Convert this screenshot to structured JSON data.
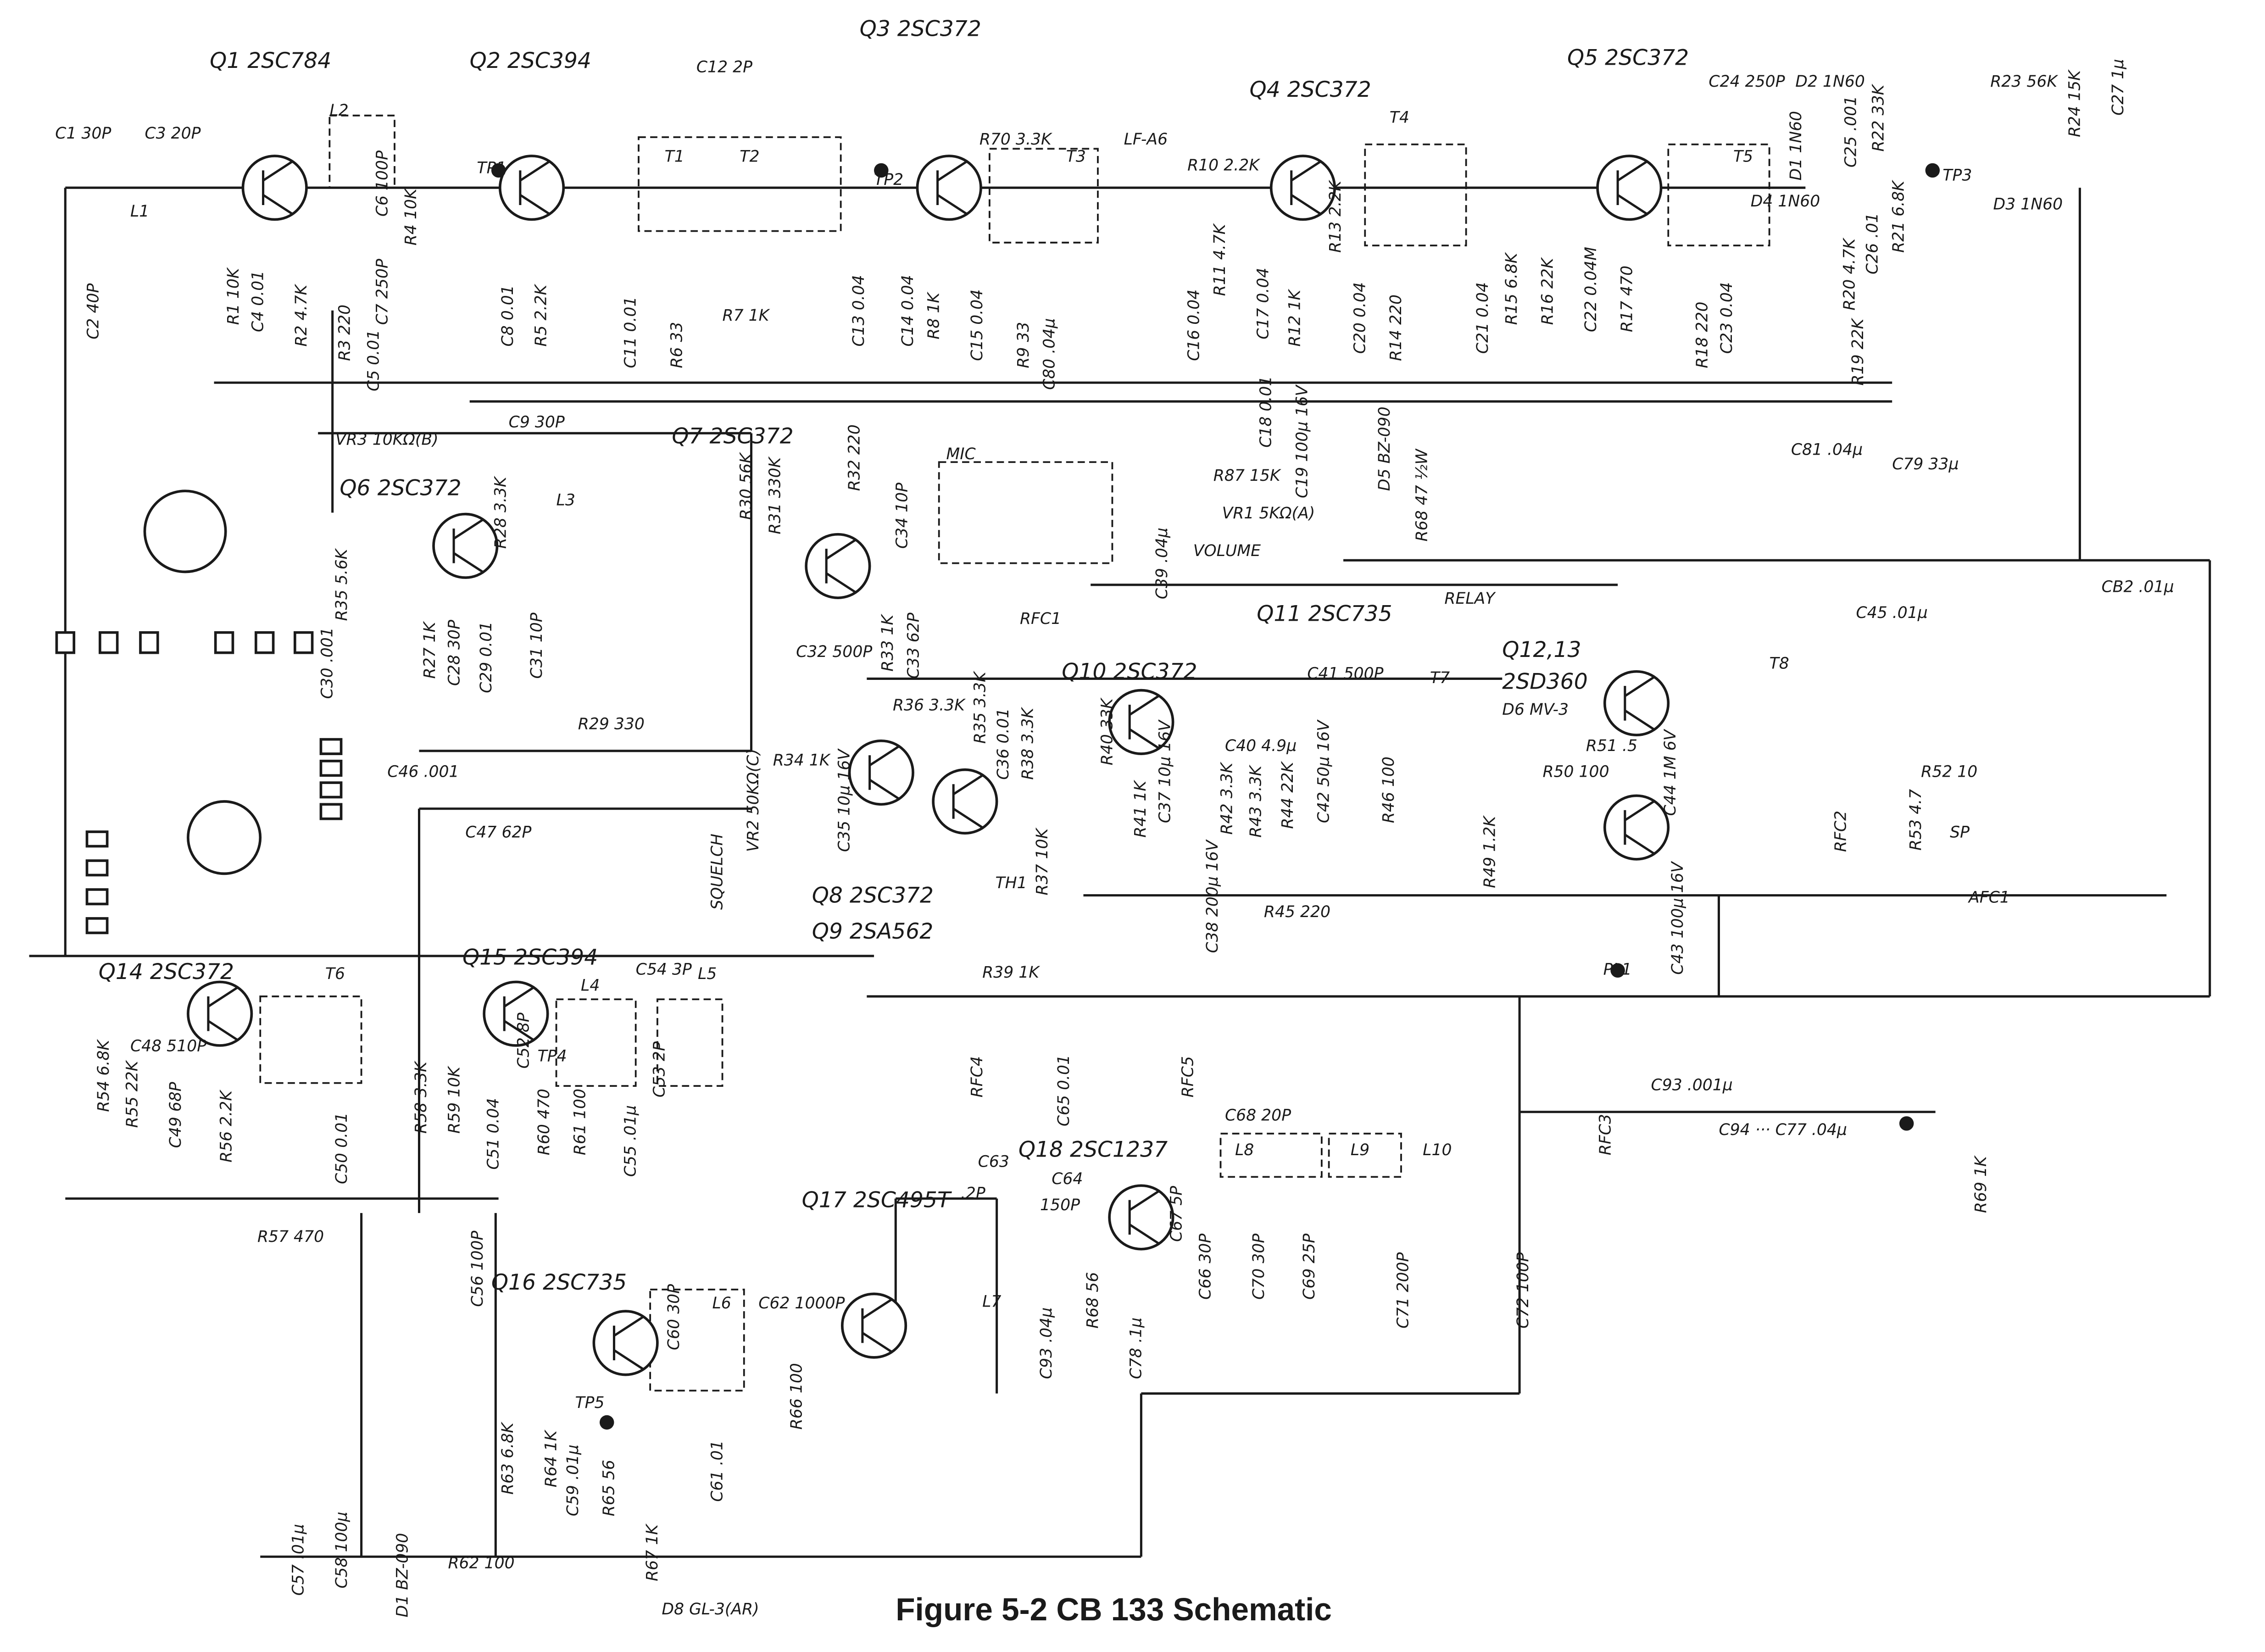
{
  "caption": "Figure 5-2   CB 133 Schematic",
  "colors": {
    "ink": "#1a1a1a",
    "paper": "#ffffff"
  },
  "transistors": [
    "Q1 2SC784",
    "Q2 2SC394",
    "Q3 2SC372",
    "Q4 2SC372",
    "Q5 2SC372",
    "Q6 2SC372",
    "Q7 2SC372",
    "Q8 2SC372",
    "Q9 2SA562",
    "Q10 2SC372",
    "Q11 2SC735",
    "Q12,13",
    "2SD360",
    "Q14 2SC372",
    "Q15 2SC394",
    "Q16 2SC735",
    "Q17 2SC495T",
    "Q18 2SC1237"
  ],
  "labels": [
    "C1 30P",
    "C3 20P",
    "L1",
    "C2 40P",
    "L2",
    "C6 100P",
    "C7 250P",
    "TP1",
    "R1 10K",
    "C4 0.01",
    "R2 4.7K",
    "R3 220",
    "C5 0.01",
    "R4 10K",
    "C8 0.01",
    "R5 2.2K",
    "C12 2P",
    "T1",
    "T2",
    "C11 0.01",
    "R6 33",
    "R7 1K",
    "C13 0.04",
    "TP2",
    "C14 0.04",
    "R8 1K",
    "C15 0.04",
    "R9 33",
    "R70 3.3K",
    "T3",
    "LF-A6",
    "R10 2.2K",
    "R11 4.7K",
    "C16 0.04",
    "C17 0.04",
    "R12 1K",
    "R13 2.2K",
    "T4",
    "C20 0.04",
    "R14 220",
    "C21 0.04",
    "R15 6.8K",
    "R16 22K",
    "C22 0.04M",
    "R17 470",
    "T5",
    "R18 220",
    "C23 0.04",
    "C24 250P",
    "D2 1N60",
    "D1 1N60",
    "C25 .001",
    "R22 33K",
    "R21 6.8K",
    "R23 56K",
    "R24 15K",
    "C27 1μ",
    "TP3",
    "D3 1N60",
    "D4 1N60",
    "C26 .01",
    "R20 4.7K",
    "R19 22K",
    "C80 .04μ",
    "C18 0.01",
    "C19 100μ 16V",
    "D5 BZ-090",
    "R68 47 ½W",
    "C81 .04μ",
    "C79 33μ",
    "VR3 10KΩ(B)",
    "C9 30P",
    "L3",
    "R30 56K",
    "R31 330K",
    "R32 220",
    "C34 10P",
    "MIC",
    "R87 15K",
    "VR1 5KΩ(A)",
    "VOLUME",
    "C39 .04μ",
    "RFC1",
    "RELAY",
    "C45 .01μ",
    "CB2 .01μ",
    "C32 500P",
    "R33 1K",
    "C33 62P",
    "R35 5.6K",
    "R36 3.3K",
    "R28 3.3K",
    "C28 30P",
    "R27 1K",
    "C29 0.01",
    "C31 10P",
    "C30 .001",
    "R29 330",
    "C46 .001",
    "C47 62P",
    "SQUELCH",
    "VR2 50KΩ(C)",
    "R34 1K",
    "C35 10μ 16V",
    "R35 3.3K",
    "R37 10K",
    "R38 3.3K",
    "R40 33K",
    "C36 0.01",
    "TH1",
    "R39 1K",
    "C40 4.9μ",
    "R41 1K",
    "C37 10μ 16V",
    "C38 200μ 16V",
    "R45 220",
    "C41 500P",
    "R42 3.3K",
    "R43 3.3K",
    "R44 22K",
    "C42 50μ 16V",
    "R46 100",
    "T7",
    "D6 MV-3",
    "R51 .5",
    "R50 100",
    "R49 1.2K",
    "C44 1M 6V",
    "T8",
    "C43 100μ 16V",
    "PL1",
    "RFC2",
    "R52 10",
    "R53 4.7",
    "SP",
    "AFC1",
    "T6",
    "C48 510P",
    "C49 68P",
    "R56 2.2K",
    "R54 6.8K",
    "R55 22K",
    "R57 470",
    "C50 0.01",
    "L4",
    "C54 3P",
    "L5",
    "TP4",
    "C52 8P",
    "C53 2P",
    "R58 3.3K",
    "R59 10K",
    "C51 0.04",
    "R60 470",
    "R61 100",
    "C55 .01μ",
    "RFC4",
    "C65 0.01",
    "RFC5",
    "C68 20P",
    "L8",
    "L9",
    "L10",
    "C67 5P",
    "C66 30P",
    "C70 30P",
    "C69 25P",
    "C71 200P",
    "C72 100P",
    "C93 .001μ",
    "C94 ··· C77 .04μ",
    "R69 1K",
    "RFC3",
    "C63",
    "C64",
    ".2P",
    "150P",
    "L7",
    "C93 .04μ",
    "R68 56",
    "C78 .1μ",
    "C56 100P",
    "L6",
    "C60 30P",
    "C62 1000P",
    "R66 100",
    "TP5",
    "R63 6.8K",
    "R64 1K",
    "C59 .01μ",
    "R65 56",
    "C61 .01",
    "C57 .01μ",
    "C58 100μ",
    "D1 BZ-090",
    "R62 100",
    "R67 1K",
    "D8 GL-3(AR)"
  ]
}
